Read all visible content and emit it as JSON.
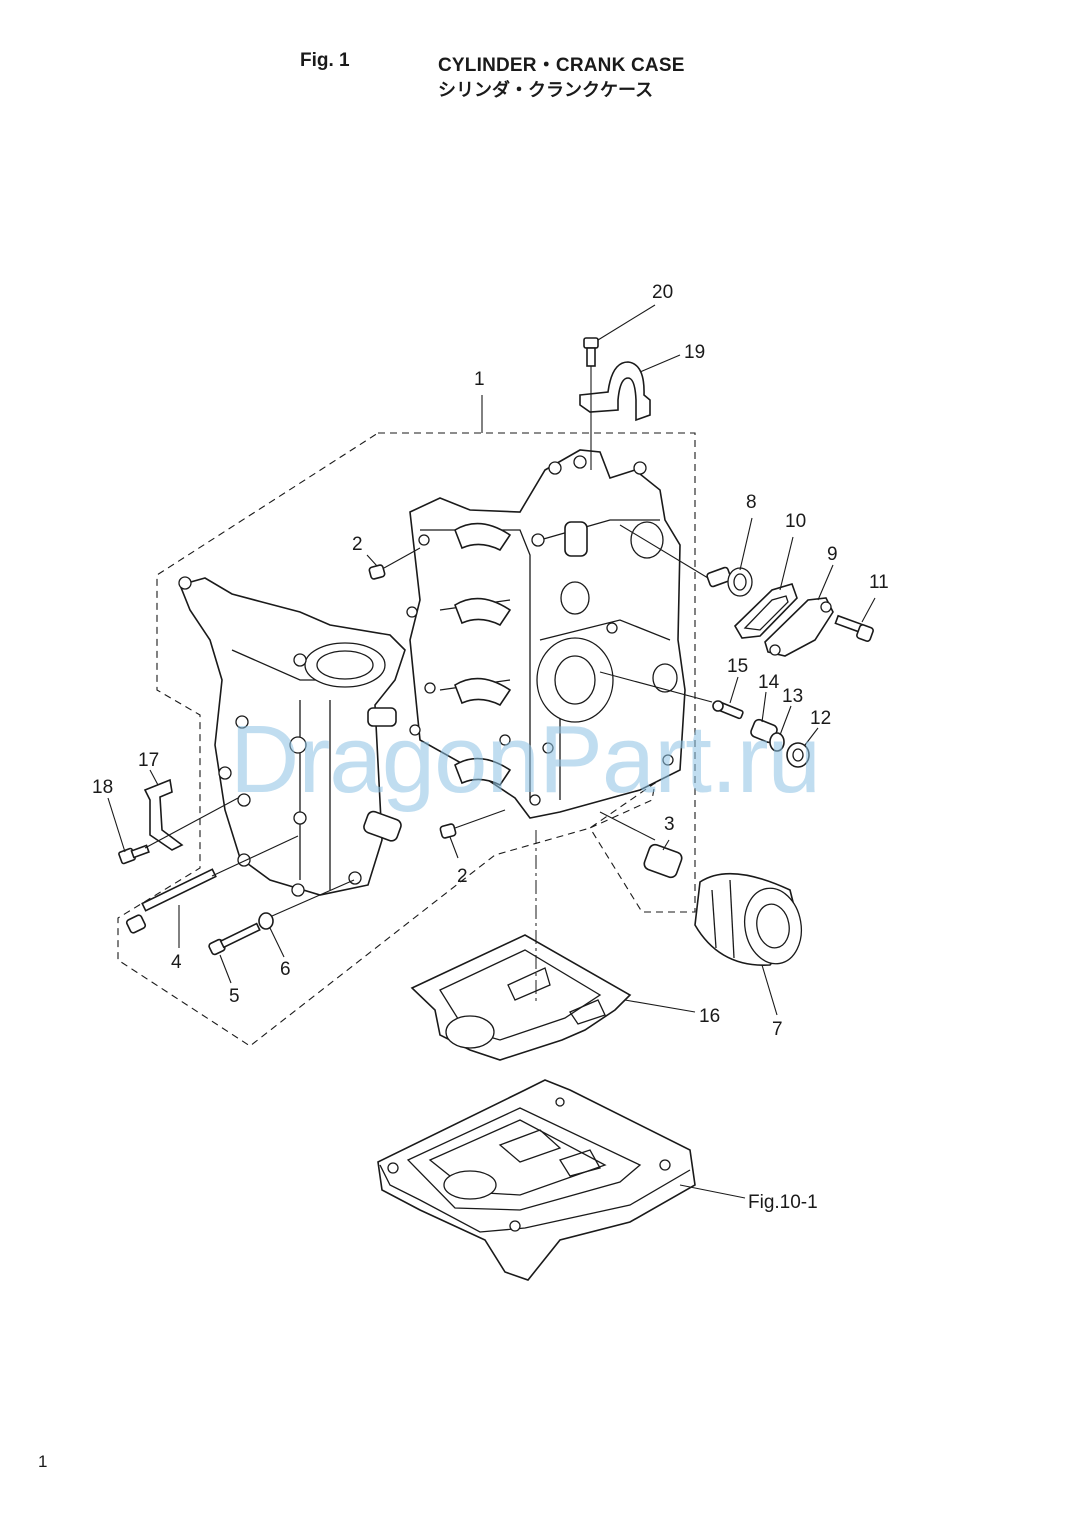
{
  "header": {
    "fig_number": "Fig. 1",
    "title_en": "CYLINDER・CRANK CASE",
    "title_jp": "シリンダ・クランクケース"
  },
  "watermark": "DragonPart.ru",
  "callouts": [
    "1",
    "2",
    "2",
    "3",
    "4",
    "5",
    "6",
    "7",
    "8",
    "9",
    "10",
    "11",
    "12",
    "13",
    "14",
    "15",
    "16",
    "17",
    "18",
    "19",
    "20"
  ],
  "reference": "Fig.10-1",
  "page_number": "1"
}
